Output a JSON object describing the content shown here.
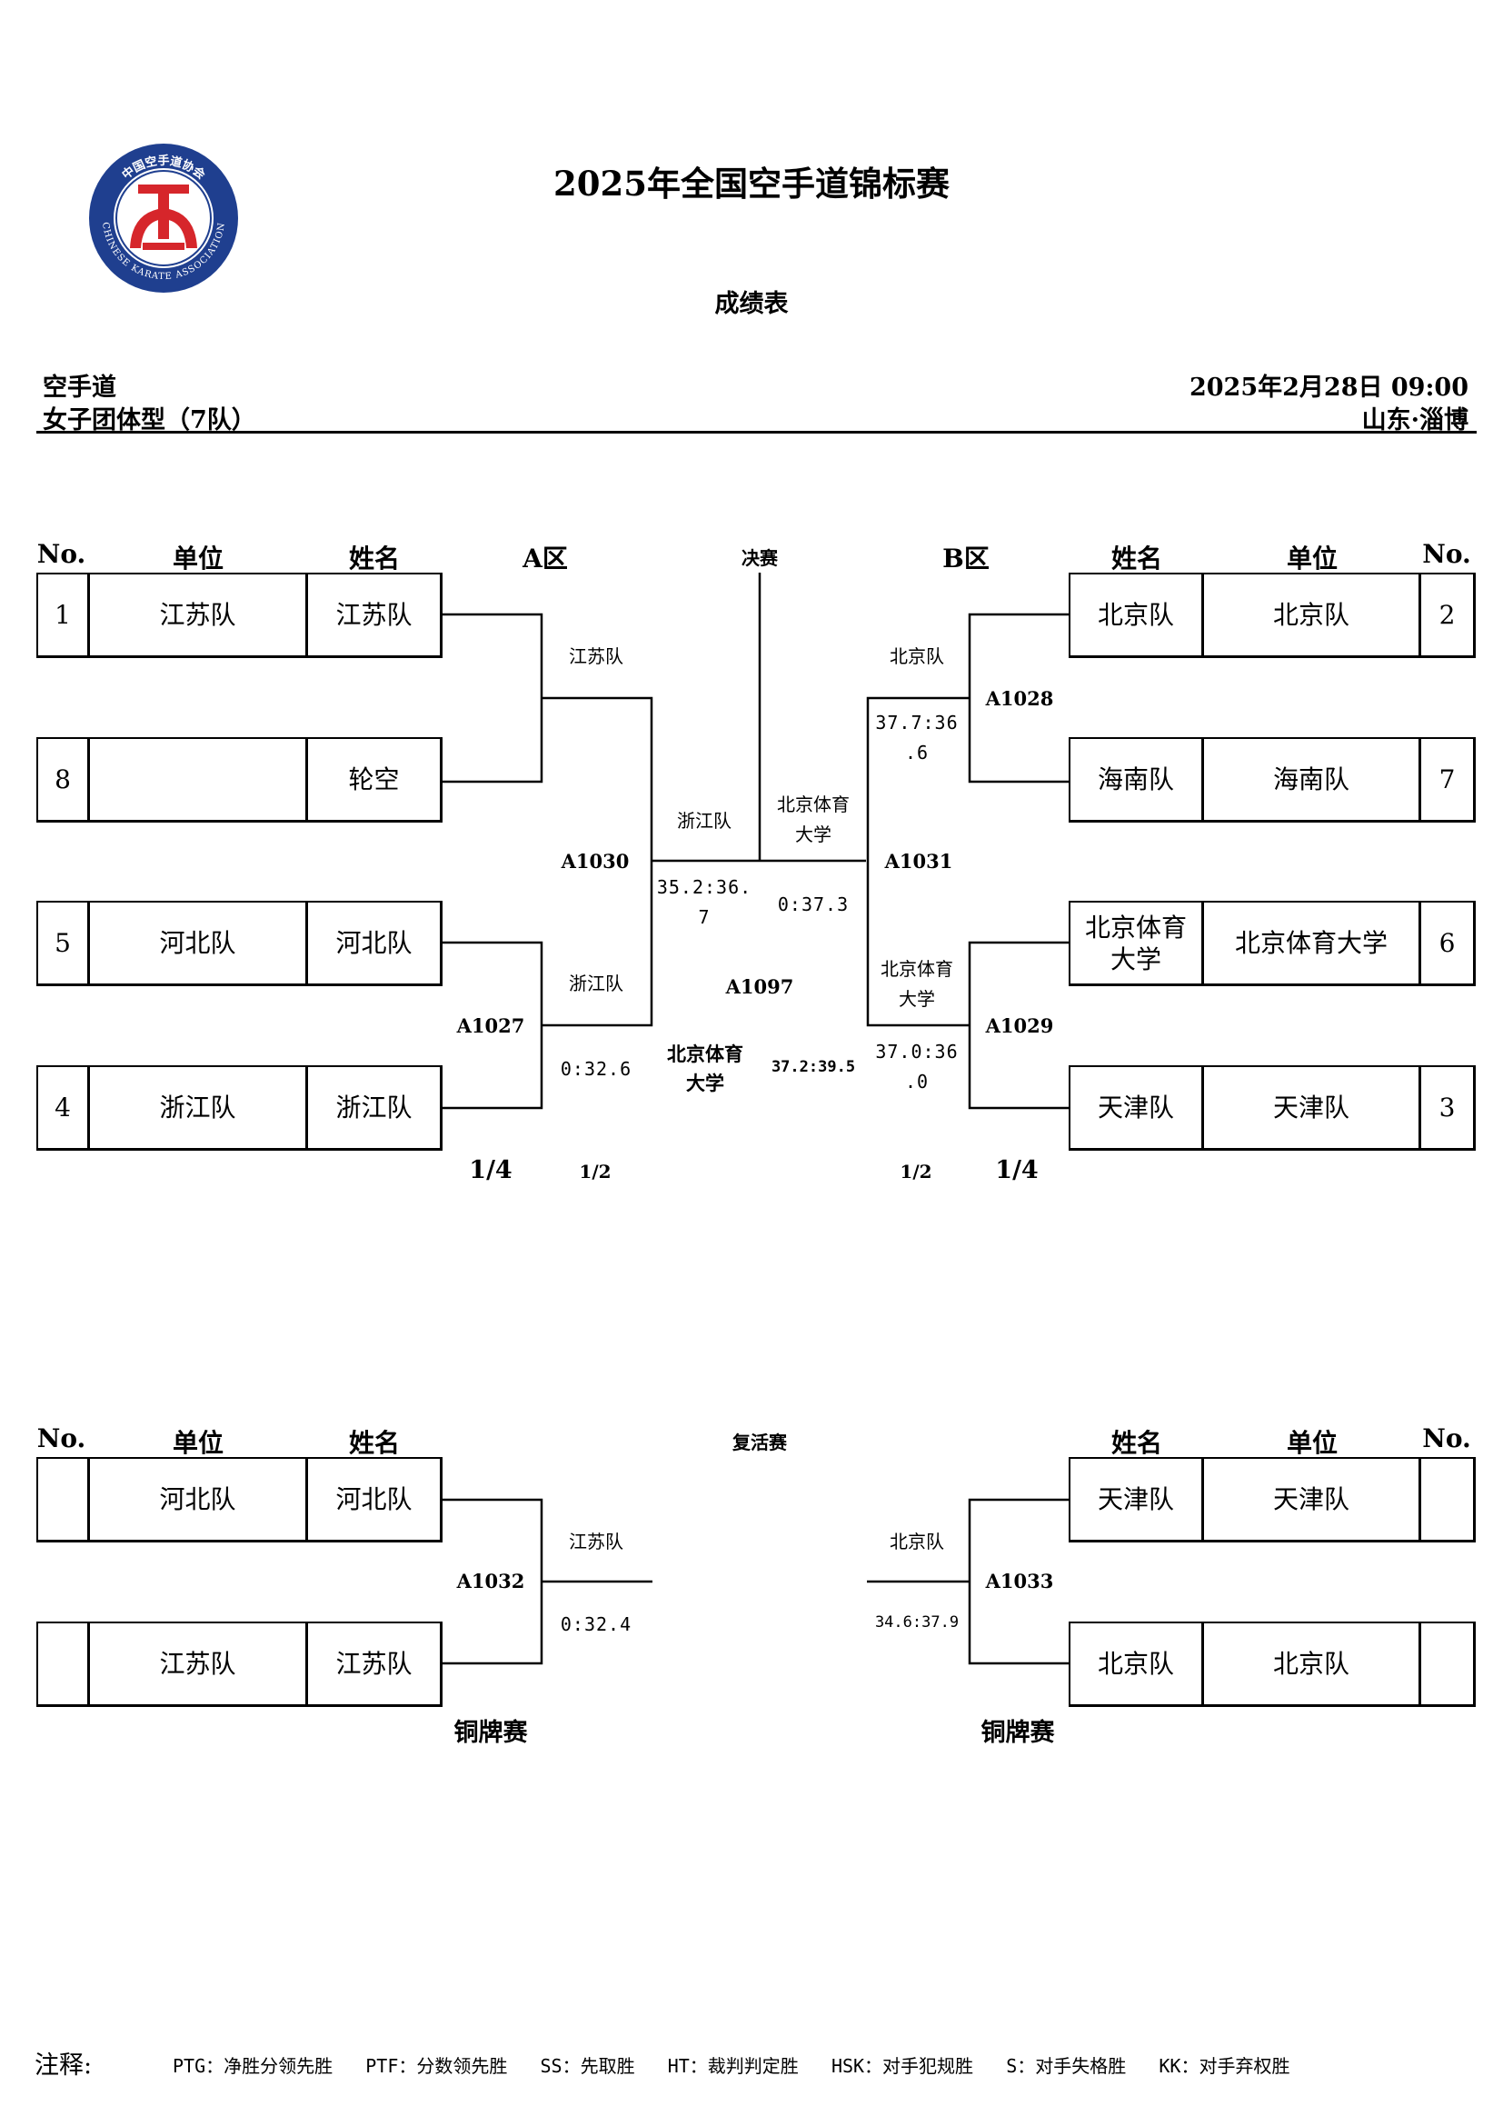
{
  "header": {
    "title": "2025年全国空手道锦标赛",
    "subtitle": "成绩表",
    "sport": "空手道",
    "event": "女子团体型（7队）",
    "datetime": "2025年2月28日  09:00",
    "location": "山东·淄博"
  },
  "logo": {
    "top_text": "中国空手道协会",
    "bottom_text": "CHINESE KARATE ASSOCIATION",
    "colors": {
      "ring": "#1f3f8f",
      "emblem": "#d6262b"
    }
  },
  "main_columns": {
    "no": "No.",
    "unit": "单位",
    "name": "姓名",
    "zone_a": "A区",
    "final": "决赛",
    "zone_b": "B区"
  },
  "left_entries": [
    {
      "no": "1",
      "unit": "江苏队",
      "name": "江苏队"
    },
    {
      "no": "8",
      "unit": "",
      "name": "轮空"
    },
    {
      "no": "5",
      "unit": "河北队",
      "name": "河北队"
    },
    {
      "no": "4",
      "unit": "浙江队",
      "name": "浙江队"
    }
  ],
  "right_entries": [
    {
      "no": "2",
      "unit": "北京队",
      "name": "北京队"
    },
    {
      "no": "7",
      "unit": "海南队",
      "name": "海南队"
    },
    {
      "no": "6",
      "unit": "北京体育大学",
      "name": "北京体育\n大学"
    },
    {
      "no": "3",
      "unit": "天津队",
      "name": "天津队"
    }
  ],
  "matches": {
    "a1030": {
      "code": "A1030",
      "winner_top": "江苏队",
      "winner": "浙江队",
      "score": "35.2:36.\n7"
    },
    "a1027": {
      "code": "A1027",
      "winner": "浙江队",
      "score": "0:32.6"
    },
    "a1028": {
      "code": "A1028",
      "winner": "北京队",
      "score": "37.7:36\n.6"
    },
    "a1029": {
      "code": "A1029",
      "winner": "北京体育\n大学",
      "score": "37.0:36\n.0"
    },
    "a1031": {
      "code": "A1031",
      "winner": "北京体育\n大学",
      "score": "0:37.3"
    },
    "a1097": {
      "code": "A1097",
      "winner": "北京体育\n大学",
      "score": "37.2:39.5"
    }
  },
  "rounds": {
    "quarter": "1/4",
    "semi": "1/2"
  },
  "repechage": {
    "title": "复活赛",
    "left_entries": [
      {
        "no": "",
        "unit": "河北队",
        "name": "河北队"
      },
      {
        "no": "",
        "unit": "江苏队",
        "name": "江苏队"
      }
    ],
    "right_entries": [
      {
        "no": "",
        "unit": "天津队",
        "name": "天津队"
      },
      {
        "no": "",
        "unit": "北京队",
        "name": "北京队"
      }
    ],
    "a1032": {
      "code": "A1032",
      "winner": "江苏队",
      "score": "0:32.4"
    },
    "a1033": {
      "code": "A1033",
      "winner": "北京队",
      "score": "34.6:37.9"
    },
    "bronze_label": "铜牌赛"
  },
  "notes": {
    "label": "注释:",
    "items": [
      "PTG：净胜分领先胜",
      "PTF：分数领先胜",
      "SS：先取胜",
      "HT：裁判判定胜",
      "HSK：对手犯规胜",
      "S：对手失格胜",
      "KK：对手弃权胜"
    ]
  }
}
